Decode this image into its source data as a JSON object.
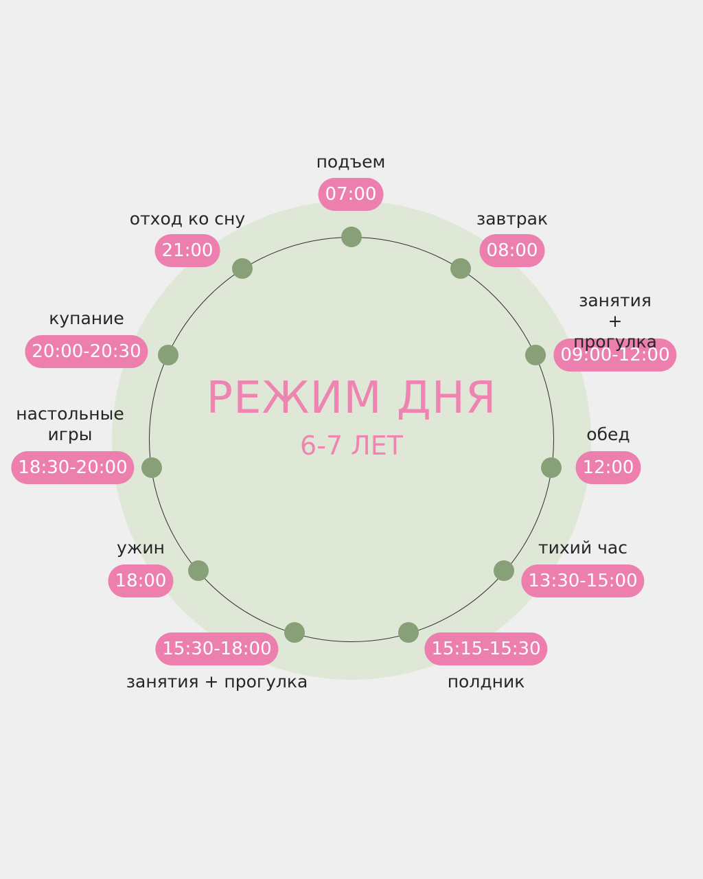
{
  "title": "РЕЖИМ ДНЯ",
  "subtitle": "6-7 ЛЕТ",
  "colors": {
    "background": "#efefef",
    "circle_fill": "#dfe8d6",
    "dot": "#87a077",
    "pill": "#ed7fae",
    "title": "#ee85b1"
  },
  "schedule": [
    {
      "activity": "подъем",
      "time": "07:00"
    },
    {
      "activity": "завтрак",
      "time": "08:00"
    },
    {
      "activity": "занятия +\nпрогулка",
      "time": "09:00-12:00"
    },
    {
      "activity": "обед",
      "time": "12:00"
    },
    {
      "activity": "тихий час",
      "time": "13:30-15:00"
    },
    {
      "activity": "полдник",
      "time": "15:15-15:30"
    },
    {
      "activity": "занятия + прогулка",
      "time": "15:30-18:00"
    },
    {
      "activity": "ужин",
      "time": "18:00"
    },
    {
      "activity": "настольные\nигры",
      "time": "18:30-20:00"
    },
    {
      "activity": "купание",
      "time": "20:00-20:30"
    },
    {
      "activity": "отход ко сну",
      "time": "21:00"
    }
  ]
}
